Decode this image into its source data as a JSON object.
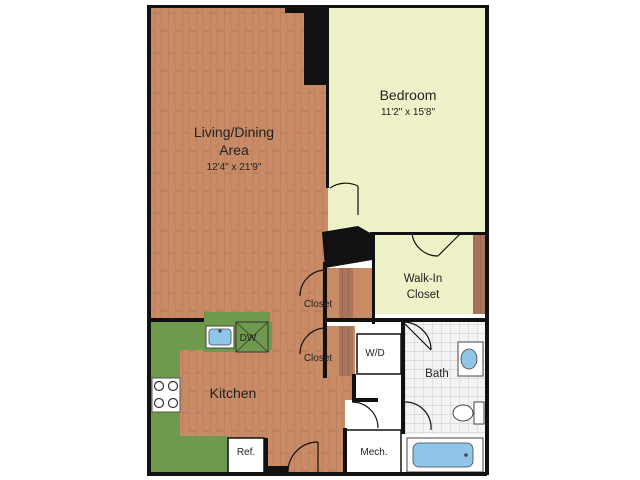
{
  "rooms": {
    "living": {
      "name_line1": "Living/Dining",
      "name_line2": "Area",
      "dims": "12'4\" x 21'9\""
    },
    "bedroom": {
      "name": "Bedroom",
      "dims": "11'2\" x 15'8\""
    },
    "walkin": {
      "name_line1": "Walk-In",
      "name_line2": "Closet"
    },
    "kitchen": {
      "name": "Kitchen"
    },
    "bath": {
      "name": "Bath"
    }
  },
  "fixtures": {
    "closet_upper": "Closet",
    "closet_lower": "Closet",
    "washer_dryer": "W/D",
    "dishwasher": "DW",
    "refrigerator": "Ref.",
    "mechanical": "Mech."
  },
  "colors": {
    "living_floor": "#c98a66",
    "bedroom_floor": "#eff1c8",
    "kitchen_floor": "#6f9a4d",
    "wall": "#111111",
    "closet_wood": "#9b6a4e"
  }
}
